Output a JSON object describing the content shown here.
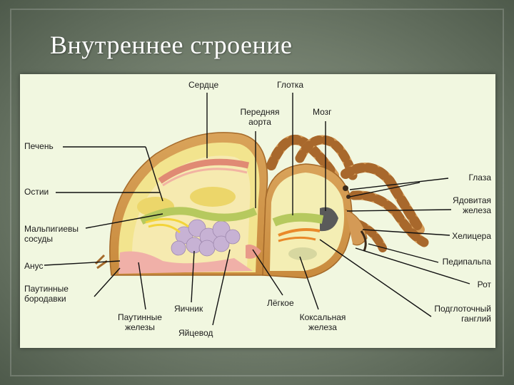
{
  "slide": {
    "title": "Внутреннее  строение"
  },
  "colors": {
    "background": "#7a8574",
    "panel": "#f1f7e0",
    "title": "#ffffff",
    "leader_lines": "#111111"
  },
  "labels": {
    "serdtse": "Сердце",
    "glotka": "Глотка",
    "perednyaya_aorta": "Передняя\nаорта",
    "mozg": "Мозг",
    "pechen": "Печень",
    "ostii": "Остии",
    "malpigievy_sosudy": "Мальпигиевы\nсосуды",
    "anus": "Анус",
    "pautinnye_borodavki": "Паутинные\nбородавки",
    "pautinnye_zhelezy": "Паутинные\nжелезы",
    "yaichnik": "Яичник",
    "yaitsevod": "Яйцевод",
    "legkoe": "Лёгкое",
    "koksalnaya_zheleza": "Коксальная\nжелеза",
    "glaza": "Глаза",
    "yadovitaya_zheleza": "Ядовитая\nжелеза",
    "helitsera": "Хелицера",
    "pedipalpa": "Педипальпа",
    "rot": "Рот",
    "podglotochny_ganglii": "Подглоточный\nганглий"
  }
}
